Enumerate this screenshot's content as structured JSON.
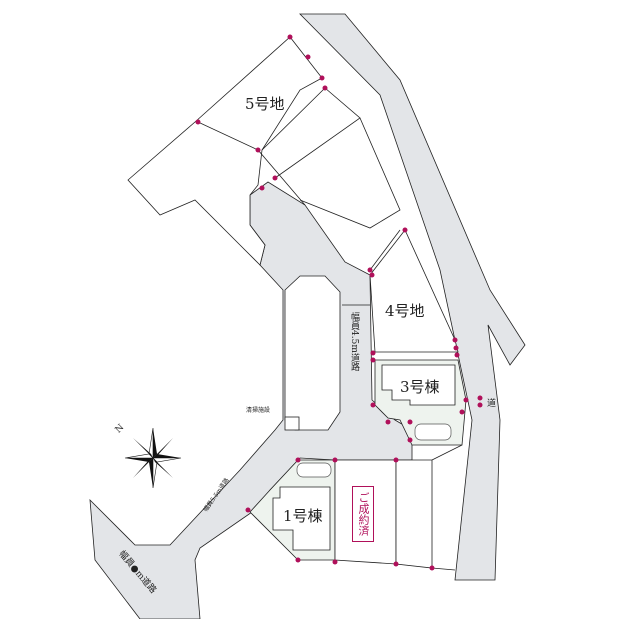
{
  "lots": {
    "lot5": "5号地",
    "lot4": "4号地",
    "building3": "3号棟",
    "building1": "1号棟"
  },
  "roads": {
    "center_road": "幅員4.5m道路",
    "diagonal_road": "幅員5.5m道路",
    "lower_road": "幅員●m道路",
    "side_road": "道"
  },
  "facility_label": "清掃施設",
  "sold_label": "ご成約済",
  "compass_label": "N",
  "colors": {
    "road": "#e3e5e8",
    "boundary_marker": "#b0105a",
    "garden": "#eef3ee",
    "line": "#222222"
  }
}
